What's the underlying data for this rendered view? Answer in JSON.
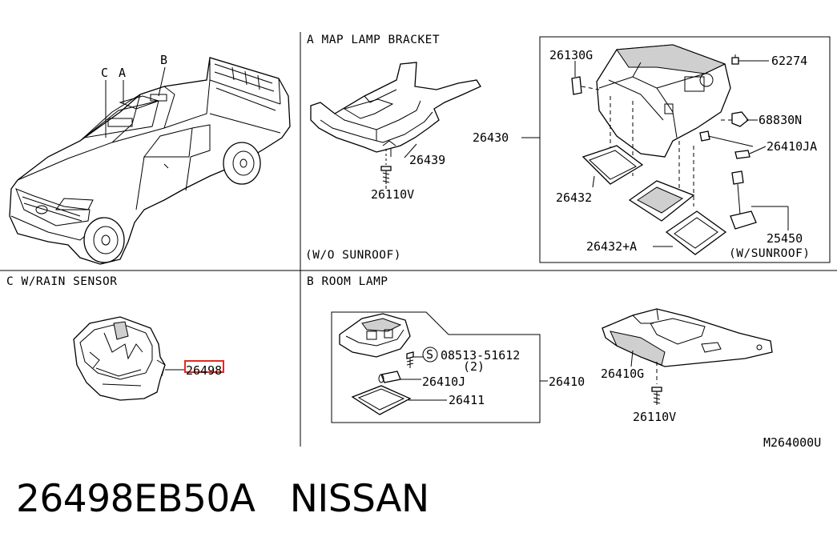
{
  "sections": {
    "a_title": "A  MAP LAMP BRACKET",
    "b_title": "B  ROOM LAMP",
    "c_title": "C  W/RAIN SENSOR"
  },
  "vehicle": {
    "marker_c": "C",
    "marker_a": "A",
    "marker_b": "B"
  },
  "map_lamp_bracket": {
    "bracket": "26439",
    "bolt": "26110V",
    "note": "(W/O SUNROOF)"
  },
  "sunroof_map_lamp": {
    "p1": "26130G",
    "p2": "62274",
    "p3": "68830N",
    "p4": "26410JA",
    "p5": "26430",
    "p6": "26432",
    "p7": "26432+A",
    "p8": "25450",
    "note": "(W/SUNROOF)"
  },
  "rain_sensor": {
    "part": "26498"
  },
  "room_lamp": {
    "screw_symbol": "S",
    "screw": "08513-51612",
    "screw_qty": "(2)",
    "bulb": "26410J",
    "lens": "26411",
    "assembly": "26410",
    "bracket": "26410G",
    "bolt": "26110V"
  },
  "diagram_code": "M264000U",
  "caption": "26498EB50A   NISSAN",
  "colors": {
    "highlight": "#e8281e",
    "ink": "#000000",
    "background": "#ffffff"
  }
}
